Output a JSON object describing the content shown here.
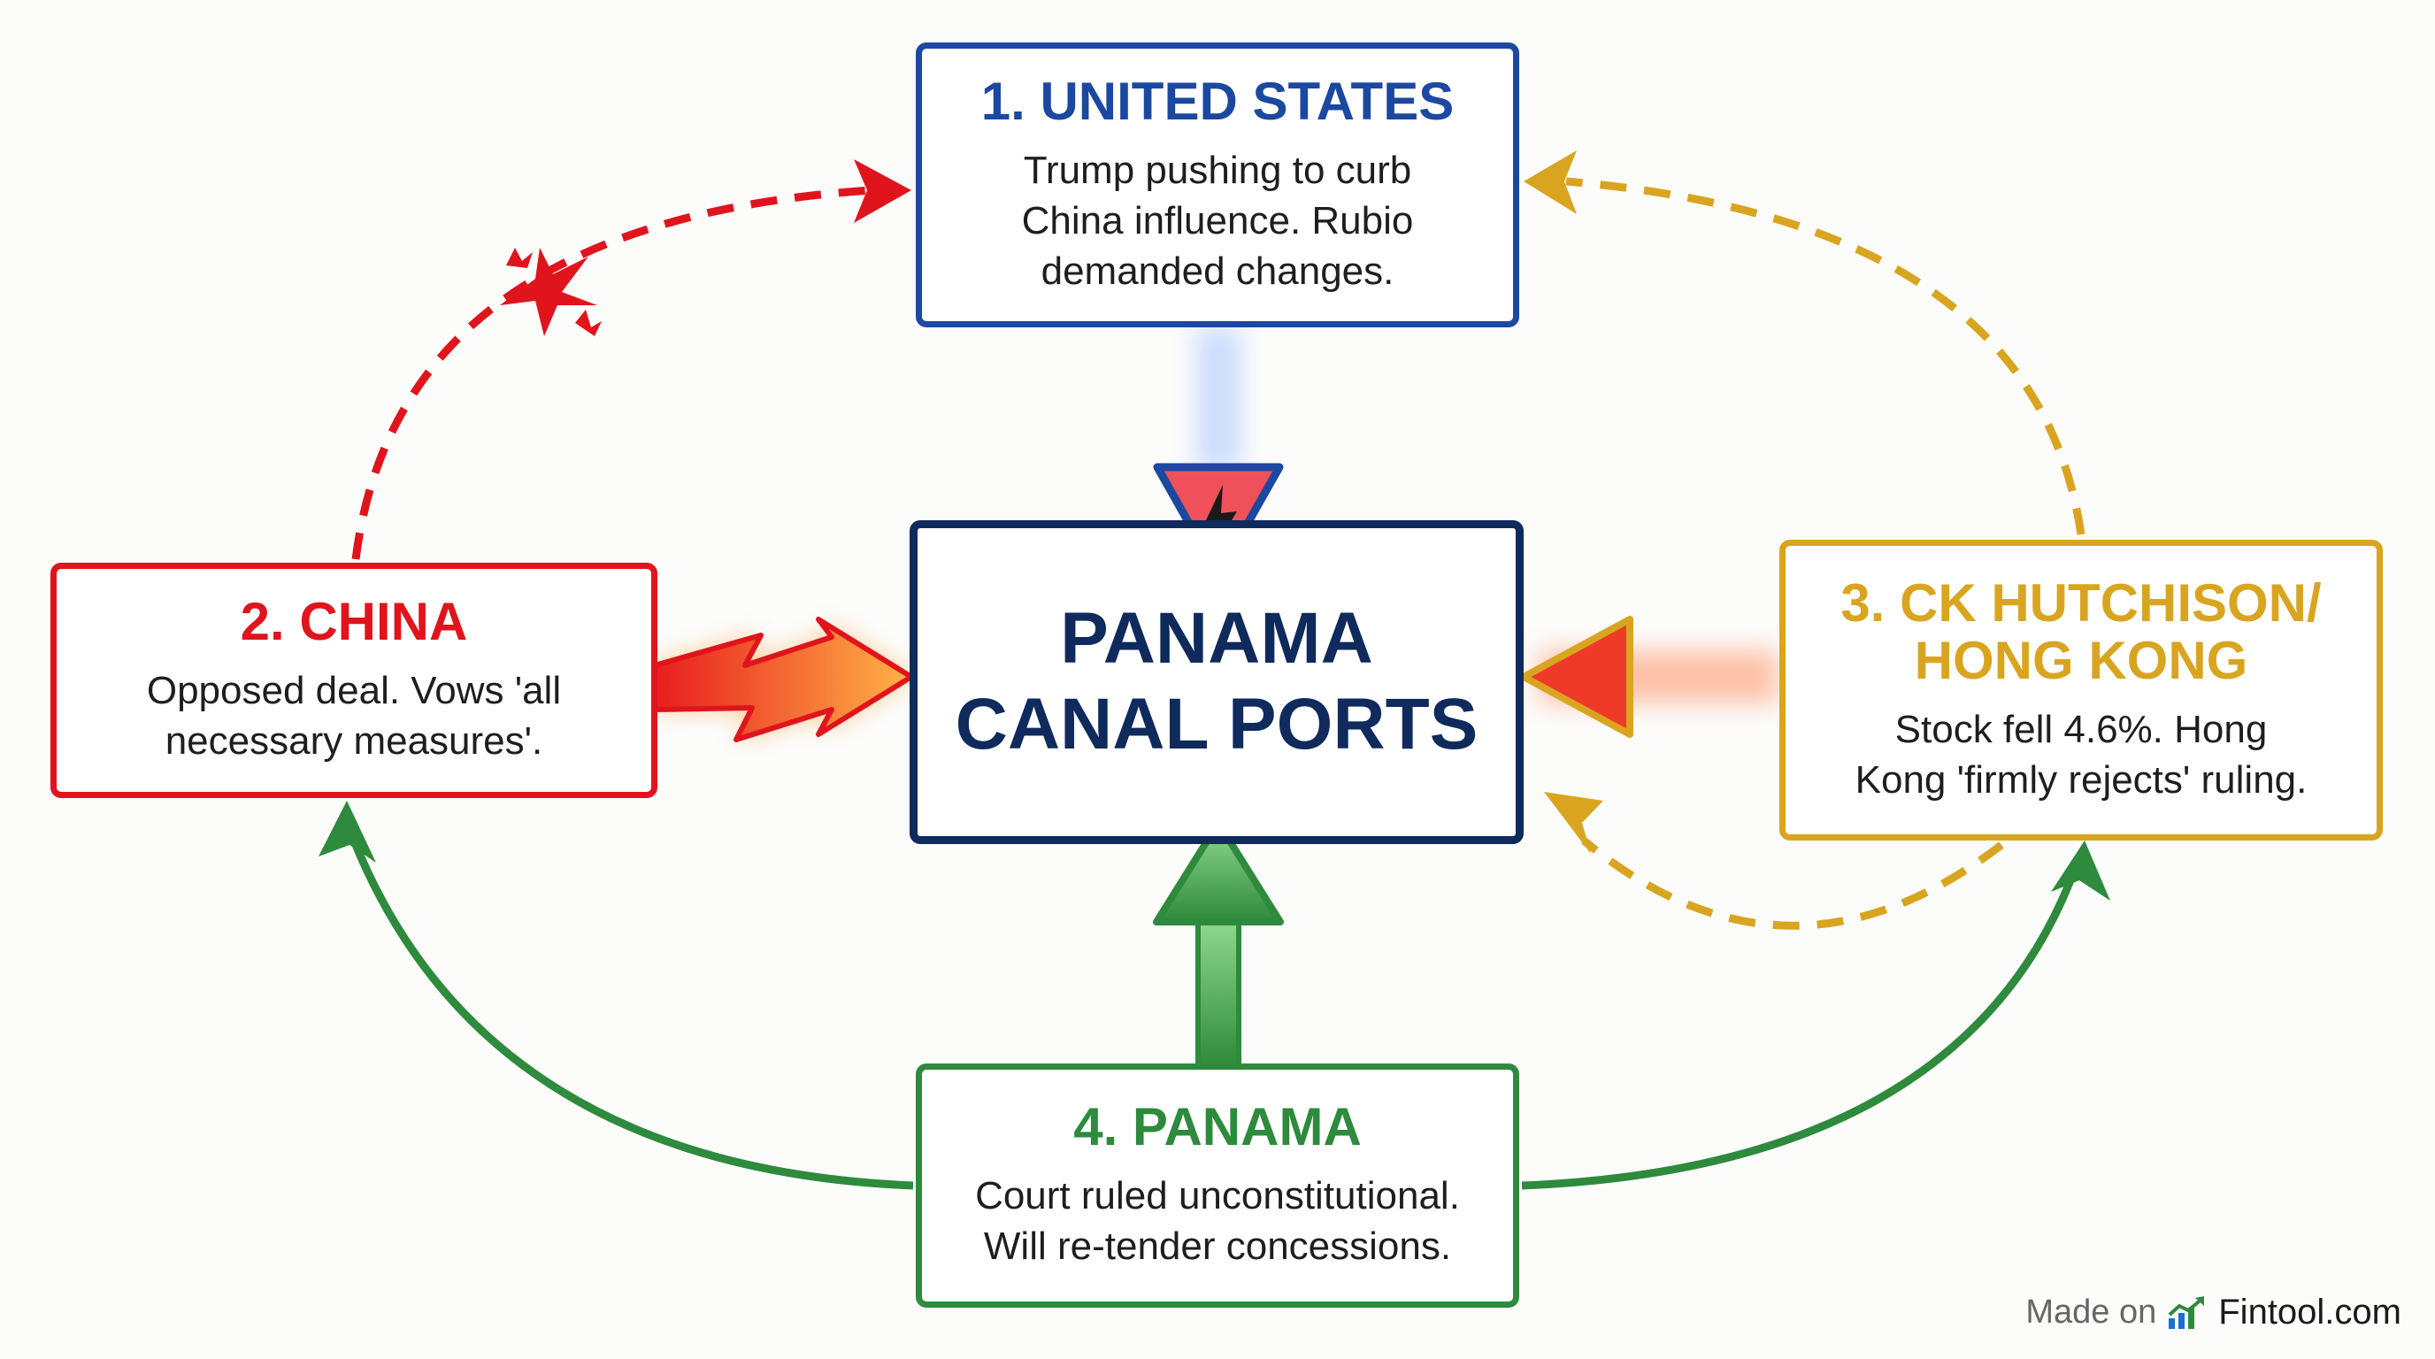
{
  "center": {
    "title_line1": "PANAMA",
    "title_line2": "CANAL PORTS"
  },
  "nodes": {
    "us": {
      "title": "1. UNITED STATES",
      "body_line1": "Trump pushing to curb",
      "body_line2": "China influence. Rubio",
      "body_line3": "demanded changes."
    },
    "china": {
      "title": "2. CHINA",
      "body_line1": "Opposed deal. Vows 'all",
      "body_line2": "necessary measures'."
    },
    "ck": {
      "title_line1": "3. CK HUTCHISON/",
      "title_line2": "HONG KONG",
      "body_line1": "Stock fell 4.6%. Hong",
      "body_line2": "Kong 'firmly rejects' ruling."
    },
    "panama": {
      "title": "4. PANAMA",
      "body_line1": "Court ruled unconstitutional.",
      "body_line2": "Will re-tender concessions."
    }
  },
  "colors": {
    "us": "#1b48a0",
    "china": "#e0141c",
    "ck": "#d9a520",
    "panama": "#2e8a3c",
    "center": "#0f2a5c"
  },
  "watermark": {
    "made_on": "Made on",
    "brand": "Fintool.com",
    "icon": "chart-up-icon"
  }
}
